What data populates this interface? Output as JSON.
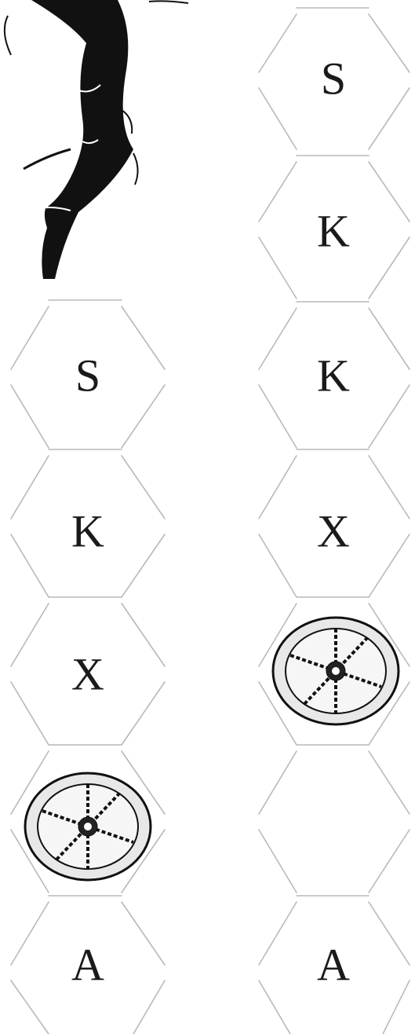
{
  "board": {
    "columns": [
      {
        "name": "left",
        "cells": [
          {
            "type": "art",
            "icon": "leg-figure-illustration"
          },
          {
            "type": "letter",
            "label": "S"
          },
          {
            "type": "letter",
            "label": "K"
          },
          {
            "type": "letter",
            "label": "X"
          },
          {
            "type": "medallion",
            "icon": "chain-wheel-medallion-icon"
          },
          {
            "type": "letter",
            "label": "A"
          }
        ]
      },
      {
        "name": "right",
        "cells": [
          {
            "type": "letter",
            "label": "S"
          },
          {
            "type": "letter",
            "label": "K"
          },
          {
            "type": "letter",
            "label": "K"
          },
          {
            "type": "letter",
            "label": "X"
          },
          {
            "type": "medallion",
            "icon": "chain-wheel-medallion-icon"
          },
          {
            "type": "empty"
          },
          {
            "type": "letter",
            "label": "A"
          }
        ]
      }
    ]
  },
  "colors": {
    "hex_edge": "#b9b9b9",
    "ink": "#111111",
    "background": "#ffffff"
  }
}
